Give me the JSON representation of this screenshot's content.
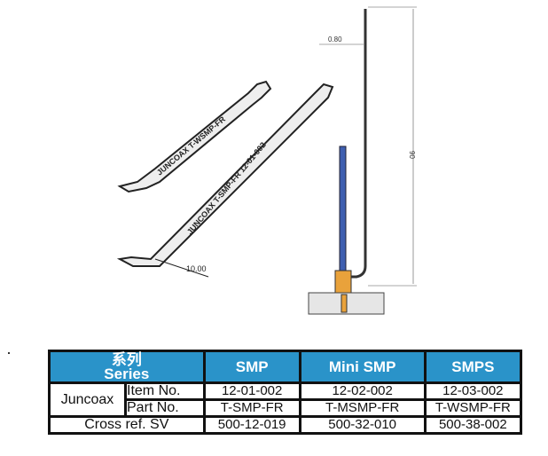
{
  "drawing": {
    "dim_width": "10.00",
    "dim_thickness": "0.80",
    "dim_length": "90",
    "tool_text_1": "JUNCOAX T-WSMP-FR",
    "tool_text_2": "JUNCOAX T-SMP-FR 12-01-002"
  },
  "table": {
    "header": {
      "series_cn": "系列",
      "series_en": "Series",
      "columns": [
        "SMP",
        "Mini SMP",
        "SMPS"
      ]
    },
    "brand": "Juncoax",
    "rows": [
      {
        "label": "Item No.",
        "values": [
          "12-01-002",
          "12-02-002",
          "12-03-002"
        ]
      },
      {
        "label": "Part No.",
        "values": [
          "T-SMP-FR",
          "T-MSMP-FR",
          "T-WSMP-FR"
        ]
      }
    ],
    "cross": {
      "label": "Cross ref. SV",
      "values": [
        "500-12-019",
        "500-32-010",
        "500-38-002"
      ]
    }
  },
  "colors": {
    "header": "#2a93c9"
  }
}
